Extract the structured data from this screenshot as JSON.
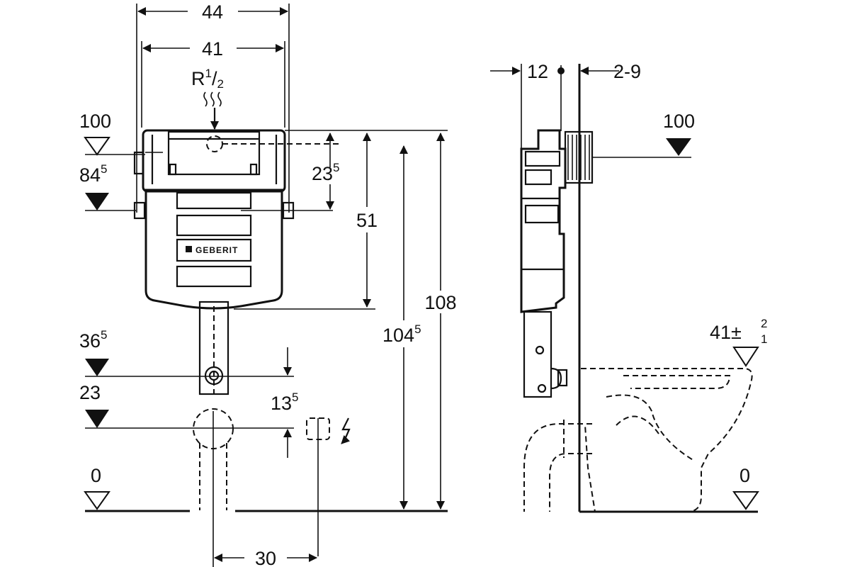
{
  "dimensions": {
    "width_outer": "44",
    "width_inner": "41",
    "supply": {
      "main": "R",
      "sup": "1",
      "frac": "/",
      "sub": "2"
    },
    "left_levels": [
      {
        "main": "100",
        "sup": ""
      },
      {
        "main": "84",
        "sup": "5"
      },
      {
        "main": "36",
        "sup": "5"
      },
      {
        "main": "23",
        "sup": ""
      },
      {
        "main": "0",
        "sup": ""
      }
    ],
    "right_vertical": [
      {
        "main": "23",
        "sup": "5"
      },
      {
        "main": "51",
        "sup": ""
      },
      {
        "main": "104",
        "sup": "5"
      },
      {
        "main": "108",
        "sup": ""
      }
    ],
    "socket_height": {
      "main": "13",
      "sup": "5"
    },
    "bottom_offset": "30",
    "side_depth": "12",
    "side_gap": "2-9",
    "side_levels": [
      {
        "main": "100",
        "sup": ""
      },
      {
        "main": "0",
        "sup": ""
      }
    ],
    "bowl_height": {
      "main": "41",
      "pm": "±",
      "upper": "2",
      "lower": "1"
    }
  },
  "brand_logo": "GEBERIT"
}
